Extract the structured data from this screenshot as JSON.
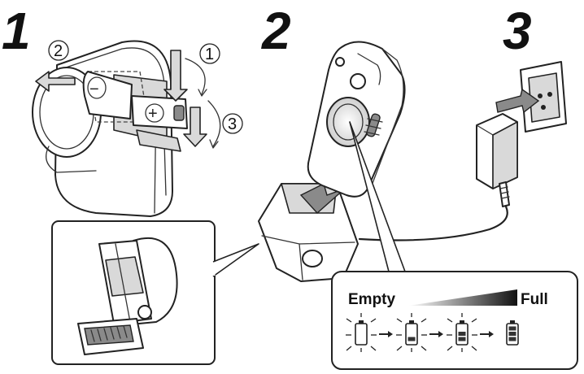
{
  "steps": {
    "step1": "1",
    "step2": "2",
    "step3": "3"
  },
  "callouts": {
    "c1": "1",
    "c2": "2",
    "c3": "3"
  },
  "charge_legend": {
    "empty_label": "Empty",
    "full_label": "Full",
    "gradient_start": "#ffffff",
    "gradient_end": "#111111"
  },
  "battery_states": [
    {
      "name": "battery-empty-icon",
      "level": 0,
      "blinking": true
    },
    {
      "name": "battery-low-icon",
      "level": 1,
      "blinking": true
    },
    {
      "name": "battery-mid-icon",
      "level": 2,
      "blinking": true
    },
    {
      "name": "battery-full-icon",
      "level": 3,
      "blinking": false
    }
  ]
}
